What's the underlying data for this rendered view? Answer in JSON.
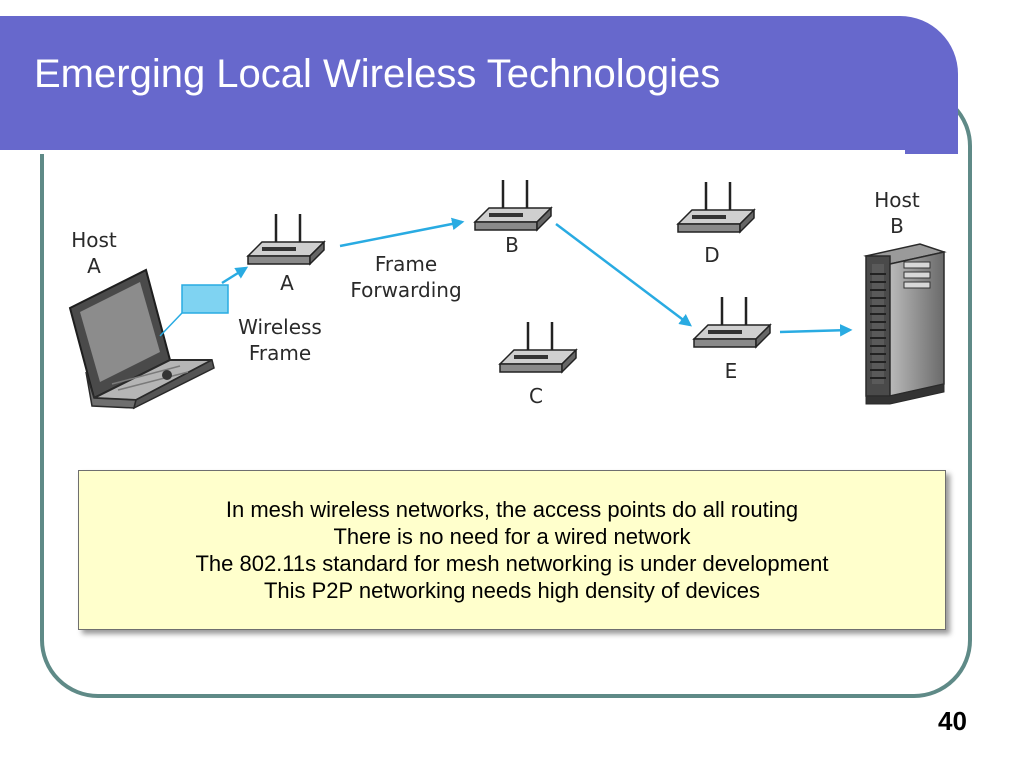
{
  "slide": {
    "title": "Emerging Local Wireless Technologies",
    "page_number": "40"
  },
  "diagram": {
    "host_a": [
      "Host",
      "A"
    ],
    "host_b": [
      "Host",
      "B"
    ],
    "access_points": [
      "A",
      "B",
      "C",
      "D",
      "E"
    ],
    "wireless_frame_label": [
      "Wireless",
      "Frame"
    ],
    "frame_forwarding_label": [
      "Frame",
      "Forwarding"
    ],
    "colors": {
      "arrow": "#29abe2",
      "frame_packet": "#7fd3f2"
    }
  },
  "note": {
    "lines": [
      "In mesh wireless networks, the access points do all routing",
      "There is no need for a wired network",
      "The 802.11s standard for mesh networking is under development",
      "This P2P networking needs high density of devices"
    ]
  },
  "theme": {
    "title_bar": "#6768cc",
    "frame_border": "#5f8a87",
    "note_bg": "#ffffcc"
  }
}
